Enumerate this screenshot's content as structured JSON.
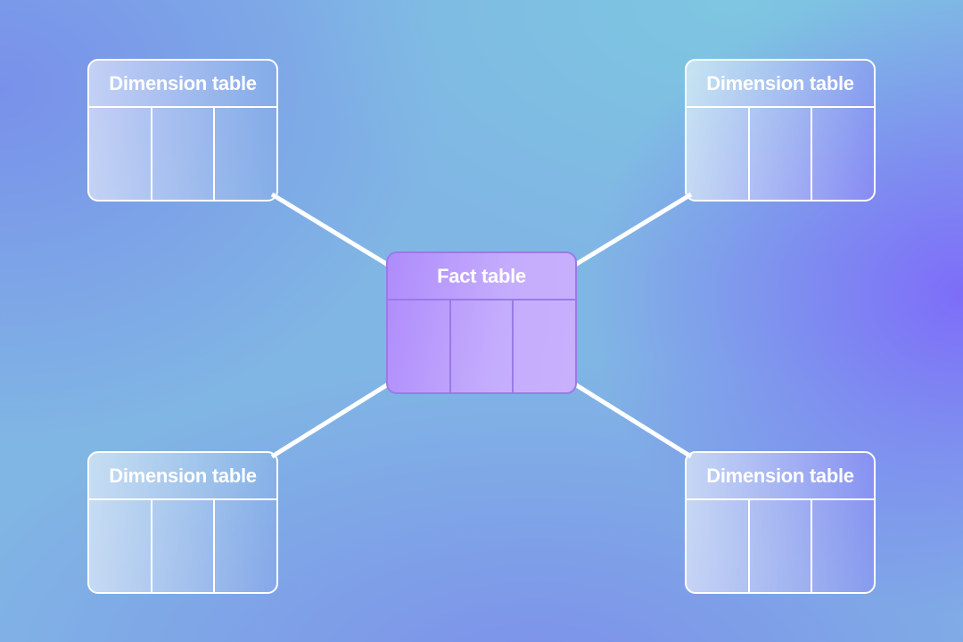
{
  "fact_table": {
    "title": "Fact table",
    "columns": 3
  },
  "dimension_tables": [
    {
      "title": "Dimension table",
      "columns": 3,
      "position": "top-left"
    },
    {
      "title": "Dimension table",
      "columns": 3,
      "position": "top-right"
    },
    {
      "title": "Dimension table",
      "columns": 3,
      "position": "bottom-left"
    },
    {
      "title": "Dimension table",
      "columns": 3,
      "position": "bottom-right"
    }
  ],
  "colors": {
    "fact_fill": "#c5adfd",
    "fact_border": "#9a7ae8",
    "connector": "#ffffff"
  }
}
